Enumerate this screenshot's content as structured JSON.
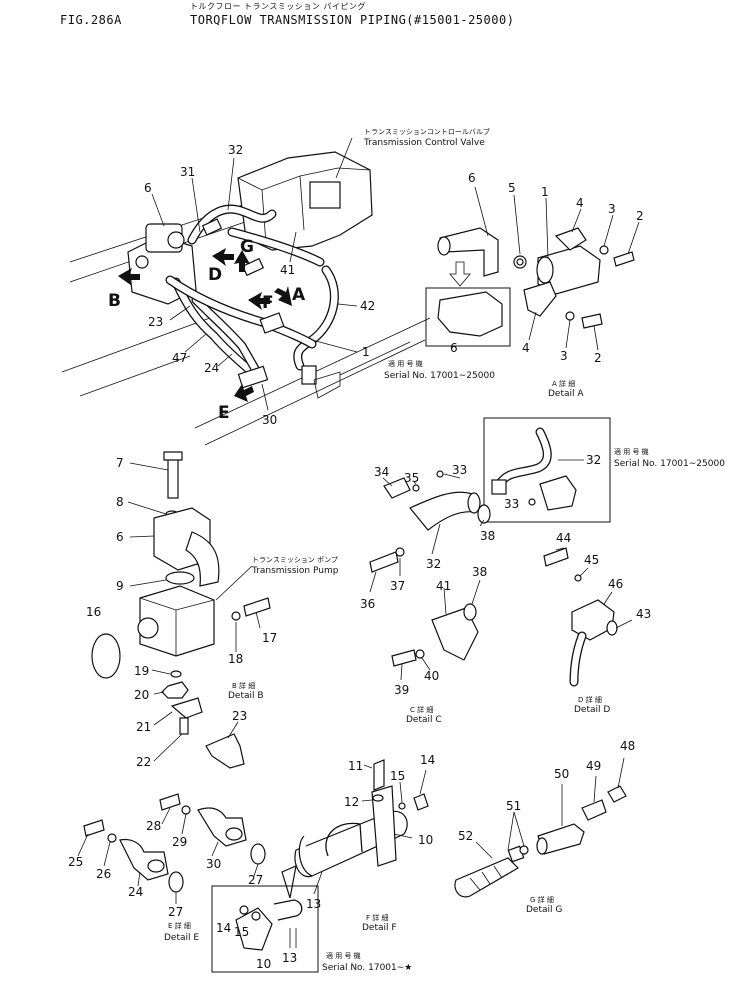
{
  "header": {
    "fig": "FIG.286A",
    "japanese_title": "トルクフロー トランスミッション パイピング",
    "title": "TORQFLOW TRANSMISSION PIPING(#15001-25000)"
  },
  "callouts": {
    "transmission_control_valve": {
      "jp": "トランスミッションコントロールバルブ",
      "en": "Transmission Control Valve"
    },
    "transmission_pump": {
      "jp": "トランスミッション ポンプ",
      "en": "Transmission Pump"
    }
  },
  "serials": {
    "detail_a": {
      "jp": "適 用 号 機",
      "en": "Serial No. 17001∼25000"
    },
    "pipe_32": {
      "jp": "適 用 号 機",
      "en": "Serial No. 17001∼25000"
    },
    "bracket_f": {
      "jp": "適 用 号 機",
      "en": "Serial No. 17001∼★"
    }
  },
  "detail_labels": {
    "a": {
      "jp": "A 詳 細",
      "en": "Detail A"
    },
    "b": {
      "jp": "B 詳 細",
      "en": "Detail B"
    },
    "c": {
      "jp": "C 詳 細",
      "en": "Detail C"
    },
    "d": {
      "jp": "D 詳 細",
      "en": "Detail D"
    },
    "e": {
      "jp": "E 詳 細",
      "en": "Detail E"
    },
    "f": {
      "jp": "F 詳 細",
      "en": "Detail F"
    },
    "g": {
      "jp": "G 詳 細",
      "en": "Detail G"
    }
  },
  "view_arrows": {
    "a": "A",
    "b": "B",
    "d": "D",
    "e": "E",
    "f": "F",
    "g": "G"
  },
  "part_numbers": {
    "main": {
      "p32": "32",
      "p31": "31",
      "p6": "6",
      "p41": "41",
      "p42": "42",
      "p1": "1",
      "p23": "23",
      "p47": "47",
      "p24": "24",
      "p30": "30"
    },
    "detail_a": {
      "p6": "6",
      "p5": "5",
      "p1": "1",
      "p4": "4",
      "p3": "3",
      "p2": "2",
      "p6b": "6",
      "p4b": "4",
      "p3b": "3",
      "p2b": "2"
    },
    "detail_b": {
      "p7": "7",
      "p8": "8",
      "p6": "6",
      "p9": "9",
      "p16": "16",
      "p17": "17",
      "p18": "18",
      "p19": "19",
      "p20": "20",
      "p21": "21",
      "p22": "22",
      "p23": "23"
    },
    "detail_c": {
      "p34": "34",
      "p35": "35",
      "p33": "33",
      "p38": "38",
      "p32": "32",
      "p37": "37",
      "p36": "36",
      "p41": "41",
      "p38b": "38",
      "p39": "39",
      "p40": "40"
    },
    "pipe_32": {
      "p32": "32",
      "p33": "33"
    },
    "detail_d": {
      "p44": "44",
      "p45": "45",
      "p46": "46",
      "p43": "43"
    },
    "detail_e": {
      "p28": "28",
      "p29": "29",
      "p30": "30",
      "p27": "27",
      "p25": "25",
      "p26": "26",
      "p24": "24",
      "p27b": "27"
    },
    "detail_f": {
      "p11": "11",
      "p15": "15",
      "p14": "14",
      "p12": "12",
      "p10": "10",
      "p13": "13"
    },
    "detail_f_alt": {
      "p14": "14",
      "p15": "15",
      "p10": "10",
      "p13": "13"
    },
    "detail_g": {
      "p48": "48",
      "p49": "49",
      "p50": "50",
      "p51": "51",
      "p52": "52"
    }
  }
}
